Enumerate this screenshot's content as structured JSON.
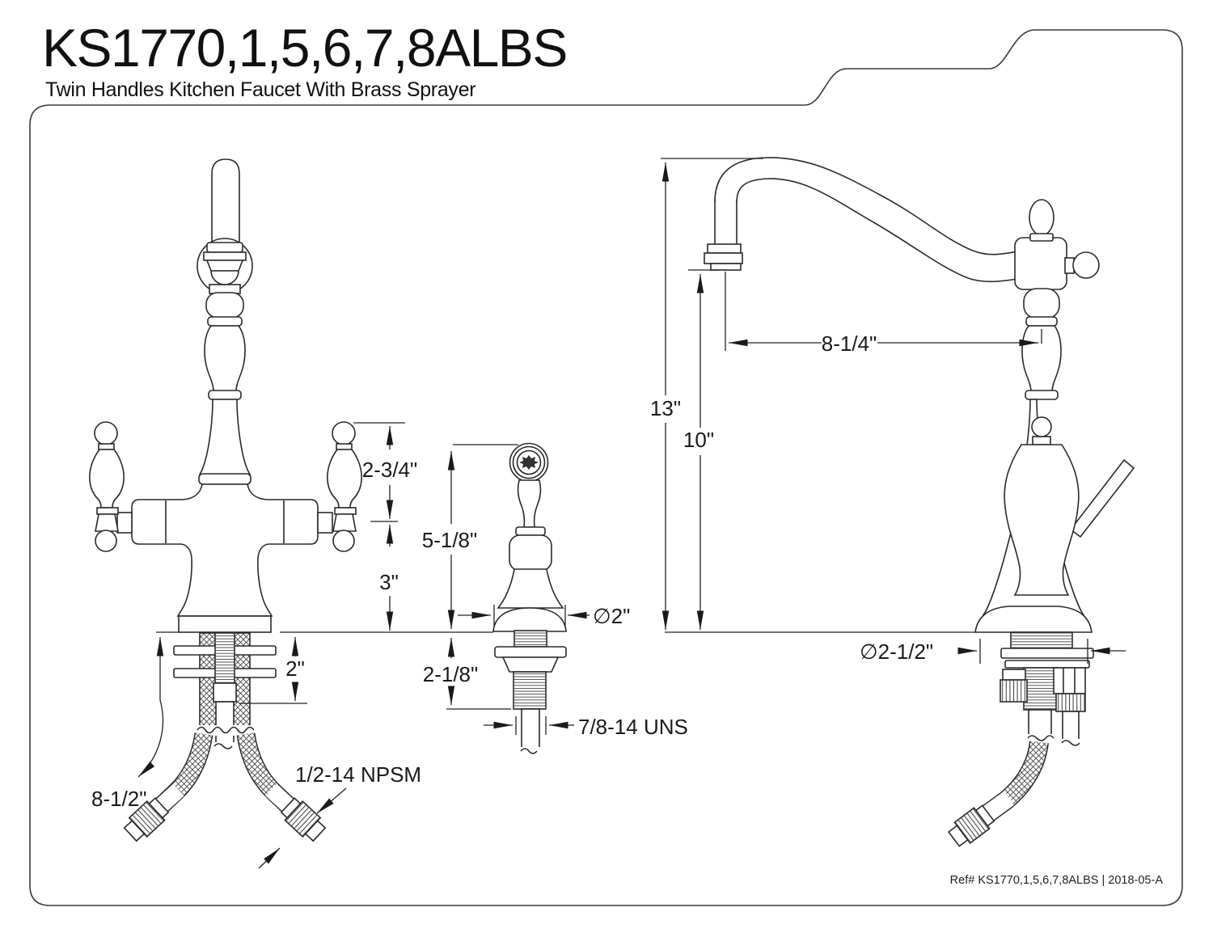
{
  "header": {
    "title": "KS1770,1,5,6,7,8ALBS",
    "subtitle": "Twin Handles Kitchen Faucet With Brass Sprayer"
  },
  "footer": {
    "reference": "Ref# KS1770,1,5,6,7,8ALBS | 2018-05-A"
  },
  "views": {
    "front": {
      "dims": {
        "handle_above_deck": "2-3/4\"",
        "body_above_deck": "3\"",
        "max_deck_thickness": "2\"",
        "supply_hose_length": "8-1/2\"",
        "supply_connection": "1/2-14 NPSM"
      }
    },
    "sprayer": {
      "dims": {
        "height_above_deck": "5-1/8\"",
        "escutcheon_diameter": "∅2\"",
        "shank_below_deck": "2-1/8\"",
        "shank_thread": "7/8-14 UNS"
      }
    },
    "side": {
      "dims": {
        "overall_height": "13\"",
        "spout_outlet_height": "10\"",
        "spout_reach": "8-1/4\"",
        "base_diameter": "∅2-1/2\""
      }
    }
  }
}
